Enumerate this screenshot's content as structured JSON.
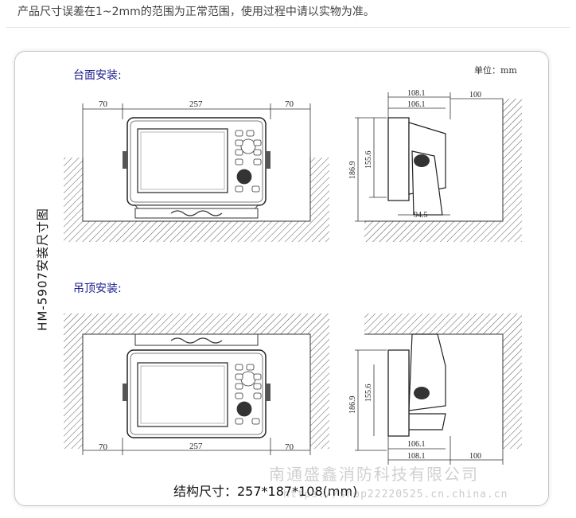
{
  "notice": "产品尺寸误差在1~2mm的范围为正常范围，使用过程中请以实物为准。",
  "unit_label": "单位：mm",
  "vertical_title": "HM-5907安装尺寸图",
  "sections": {
    "desk": "台面安装:",
    "ceiling": "吊顶安装:"
  },
  "dims_front": {
    "left": "70",
    "center": "257",
    "right": "70"
  },
  "dims_side_desk": {
    "top1": "108.1",
    "top2": "106.1",
    "right": "100",
    "h1": "186.9",
    "h2": "155.6",
    "base": "94.5"
  },
  "dims_side_ceiling": {
    "bottom1": "106.1",
    "bottom2": "108.1",
    "right": "100",
    "h1": "186.9",
    "h2": "155.6"
  },
  "size_text": "结构尺寸：257*187*108(mm)",
  "watermark_company": "南通盛鑫消防科技有限公司",
  "watermark_url": "https://shop22220525.cn.china.cn"
}
